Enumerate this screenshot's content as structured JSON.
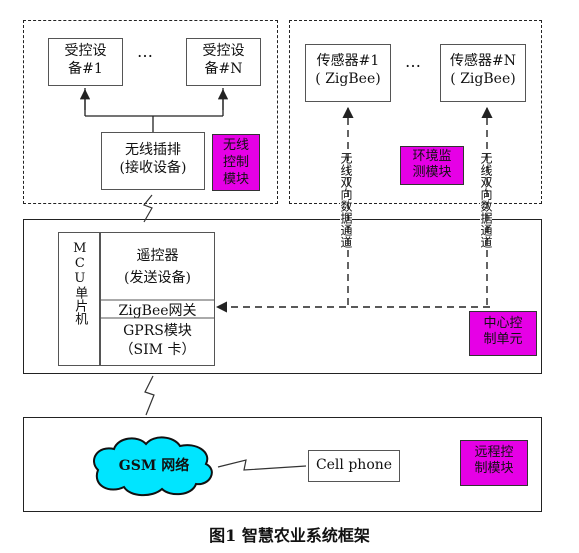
{
  "wireless_module": {
    "device_1": "受控设\n备#1",
    "ellipsis": "…",
    "device_n": "受控设\n备#N",
    "power_strip": "无线插排\n(接收设备)",
    "label": "无线\n控制\n模块"
  },
  "env_module": {
    "sensor_1": "传感器#1\n( ZigBee)",
    "ellipsis": "…",
    "sensor_n": "传感器#N\n( ZigBee)",
    "label": "环境监\n测模块",
    "channel_left": "无线双向数据通道",
    "channel_right": "无线双向数据通道"
  },
  "central_unit": {
    "mcu": "MCU单片机",
    "remote": "遥控器\n(发送设备)",
    "zigbee_gateway": "ZigBee网关",
    "gprs": "GPRS模块\n（SIM 卡）",
    "label": "中心控\n制单元"
  },
  "remote_module": {
    "gsm": "GSM 网络",
    "phone": "Cell phone",
    "label": "远程控\n制模块"
  },
  "caption": "图1   智慧农业系统框架",
  "colors": {
    "accent": "#e600e6",
    "line": "#222222"
  }
}
